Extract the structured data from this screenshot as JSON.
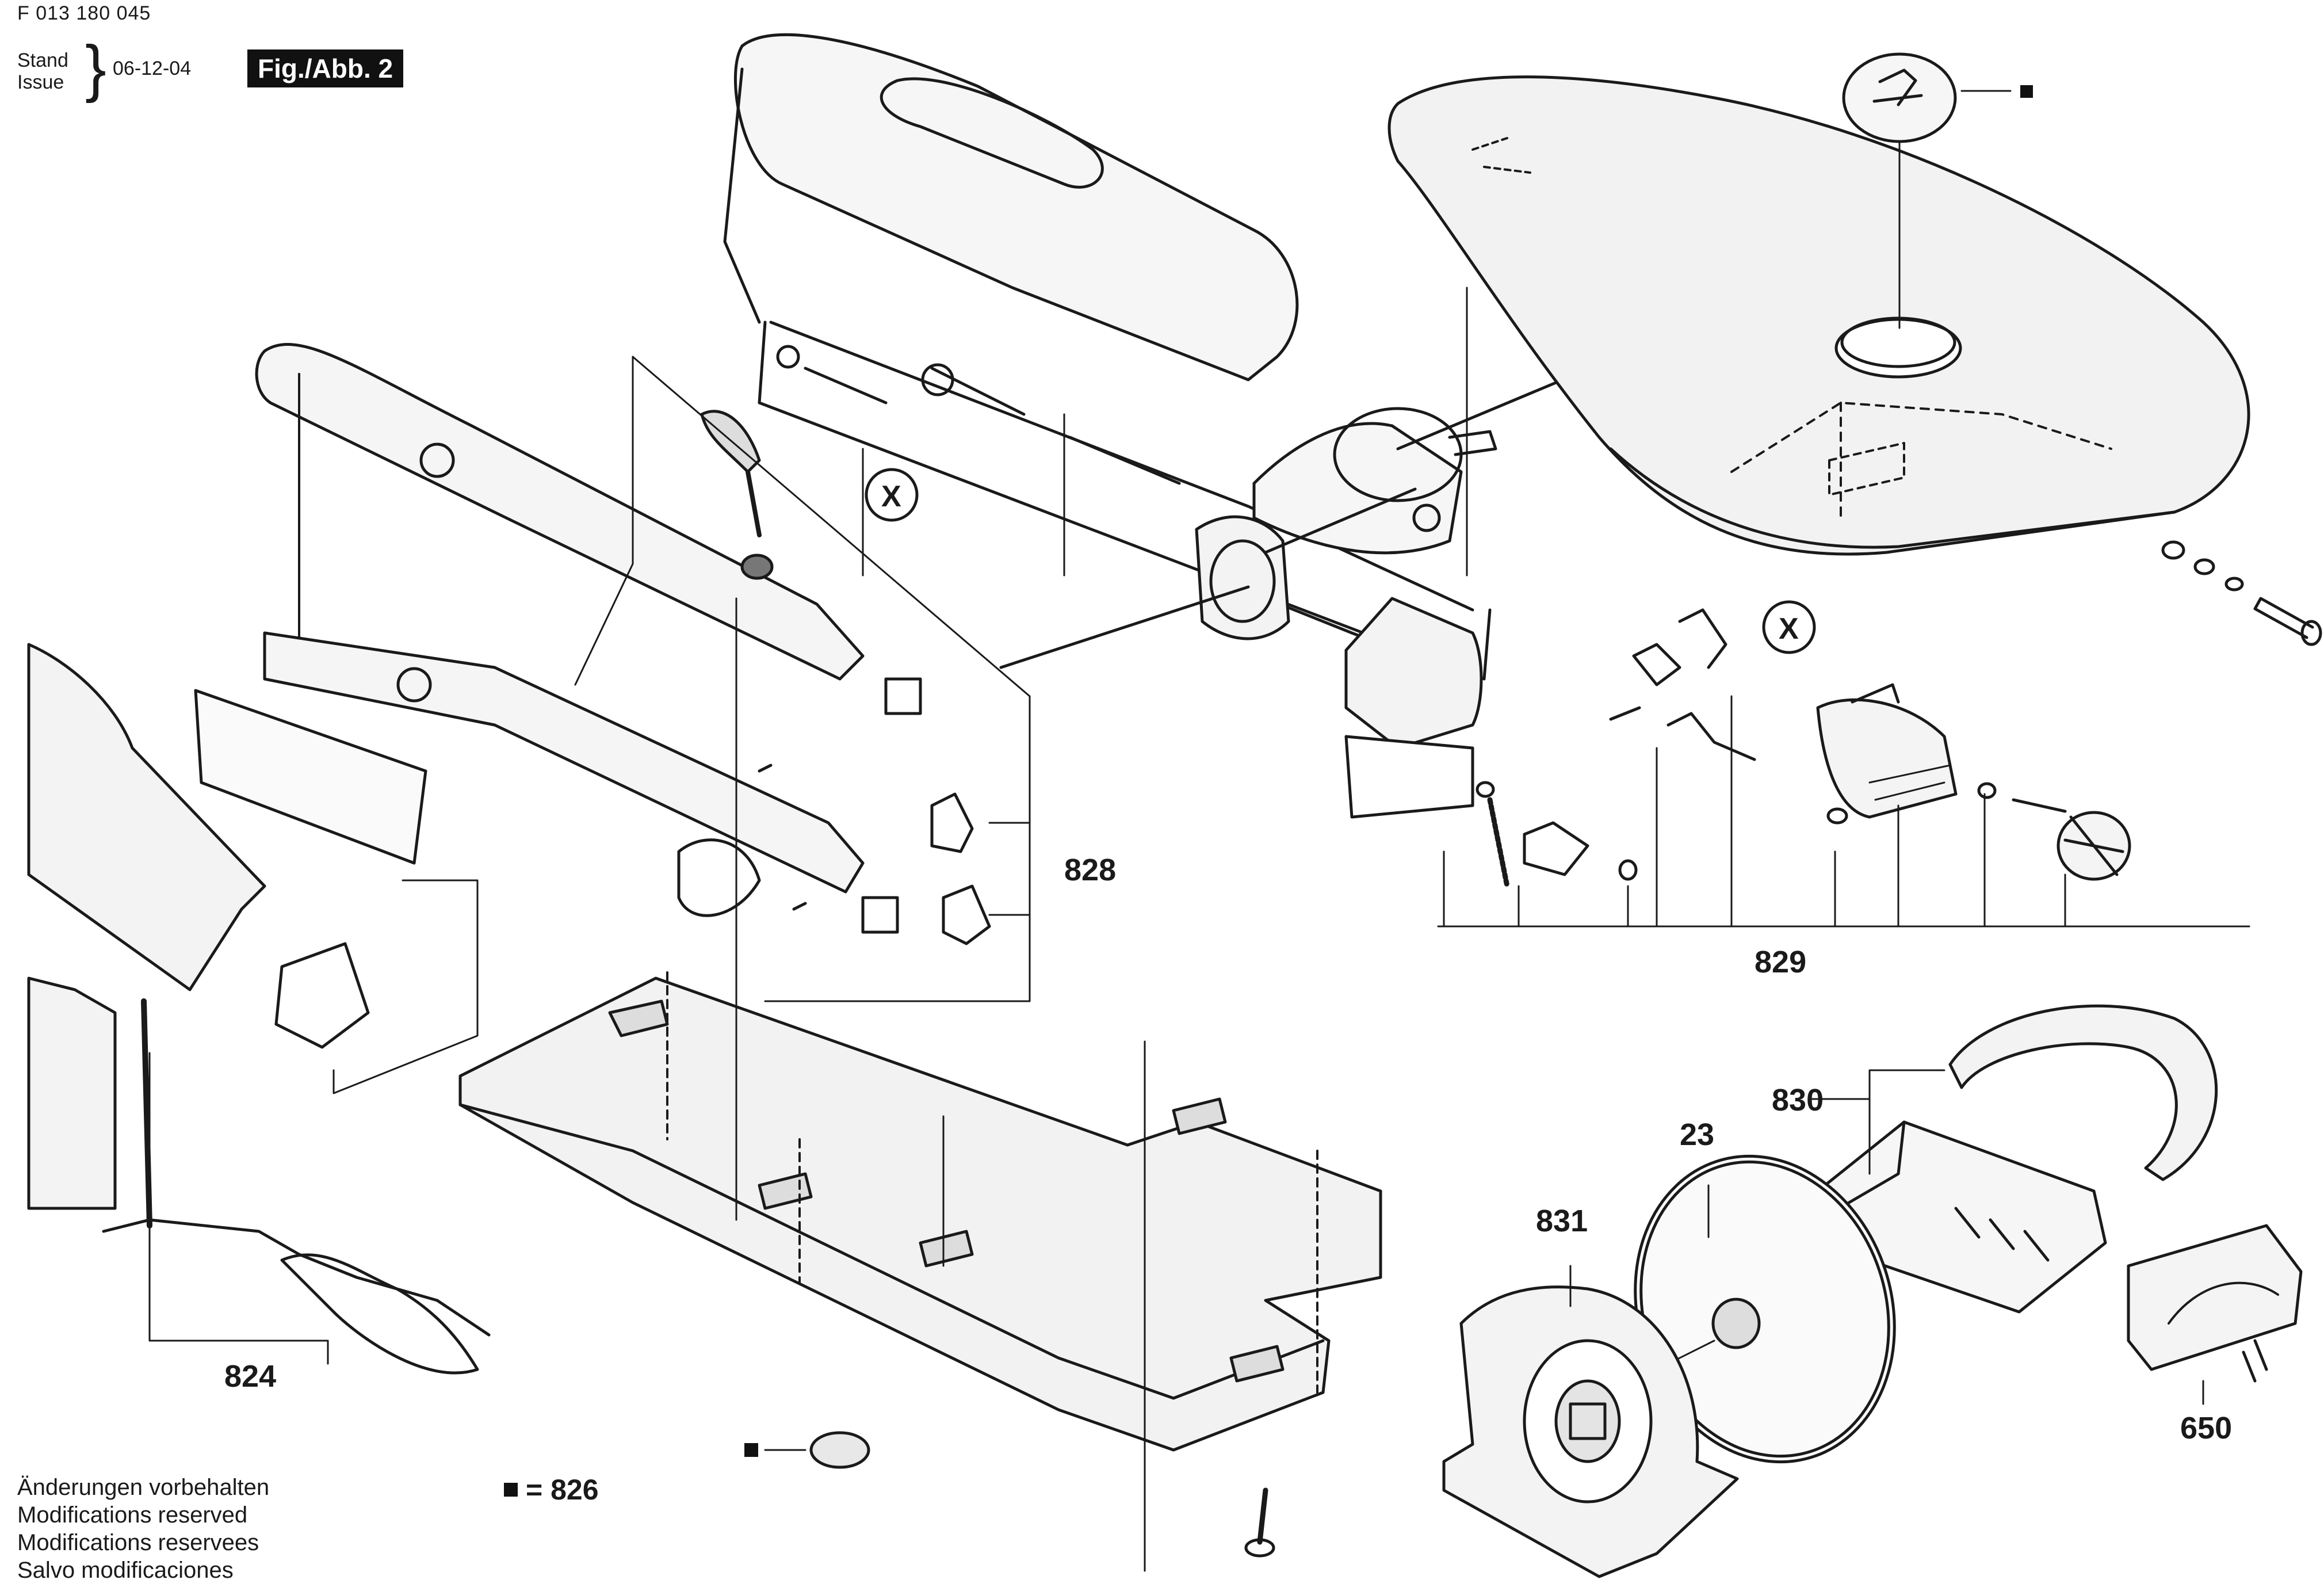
{
  "header": {
    "doc_number": "F 013 180 045",
    "stand": "Stand",
    "issue": "Issue",
    "date": "06-12-04",
    "figure": "Fig./Abb. 2"
  },
  "callouts": {
    "c23": "23",
    "c650": "650",
    "c824": "824",
    "c828": "828",
    "c829": "829",
    "c830": "830",
    "c831": "831",
    "x1": "X",
    "x2": "X"
  },
  "legend": {
    "text": "= 826"
  },
  "notes": [
    "Änderungen vorbehalten",
    "Modifications reserved",
    "Modifications reservees",
    "Salvo modificaciones"
  ]
}
